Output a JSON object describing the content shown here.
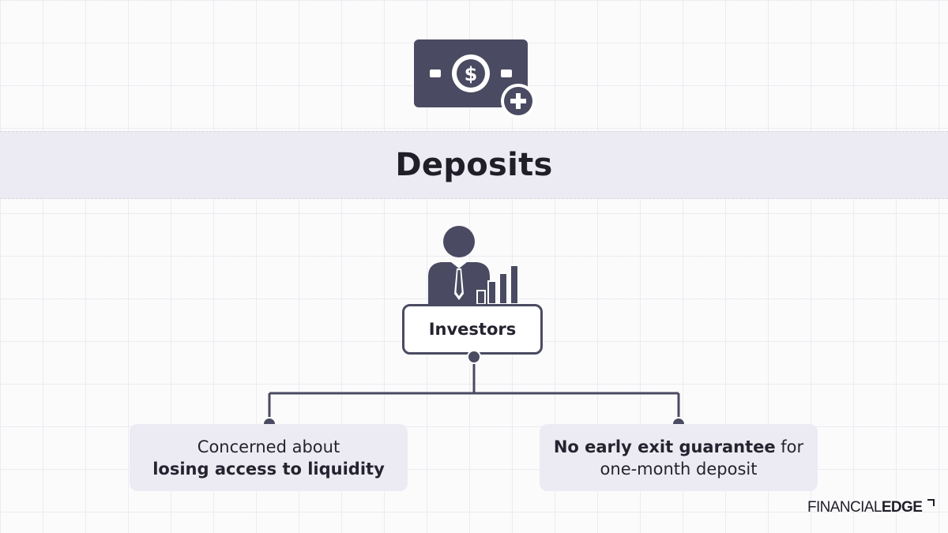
{
  "header": {
    "title": "Deposits"
  },
  "investor": {
    "label": "Investors"
  },
  "left_card": {
    "line1": "Concerned about",
    "line2_bold": "losing access to liquidity"
  },
  "right_card": {
    "line1_bold": "No early exit guarantee",
    "line1_rest": " for",
    "line2": "one-month deposit"
  },
  "brand": {
    "part1": "FINANCIAL",
    "part2": "EDGE"
  },
  "colors": {
    "icon": "#4a4a62",
    "band": "#ecebf4",
    "text": "#24232f"
  }
}
